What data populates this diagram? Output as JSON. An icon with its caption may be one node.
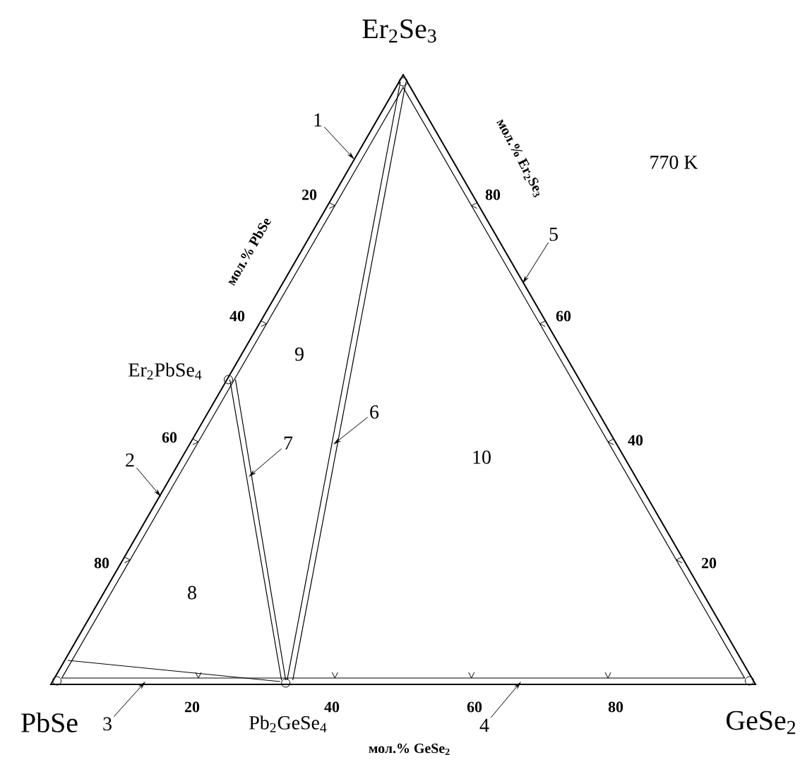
{
  "diagram": {
    "nodes": [
      {
        "text": [
          "1"
        ]
      },
      {
        "text": [
          "2"
        ]
      },
      {
        "text": [
          "3"
        ]
      },
      {
        "text": [
          "4"
        ]
      },
      {
        "text": [
          "5"
        ]
      },
      {
        "text": [
          "6"
        ]
      },
      {
        "text": [
          "7"
        ]
      }
    ],
    "edges": [
      {
        "from": 0,
        "to": null,
        "arrow": "to"
      },
      {
        "from": 1,
        "to": null,
        "arrow": "to"
      },
      {
        "from": 2,
        "to": null,
        "arrow": "to"
      },
      {
        "from": 3,
        "to": null,
        "arrow": "to"
      },
      {
        "from": 4,
        "to": null,
        "arrow": "to"
      },
      {
        "from": 5,
        "to": null,
        "arrow": "to"
      },
      {
        "from": 6,
        "to": null,
        "arrow": "to"
      }
    ],
    "labels": [
      "Er$_{2}$Se$_{3}$",
      "мол.% Er$_{2}$Se$_{3}$",
      "770 K",
      "20",
      "80",
      "мол.% PbSe",
      "40",
      "60",
      "9",
      "Er$_{2}$PbSe$_{4}$",
      "60",
      "10",
      "40",
      "80",
      "20",
      "8",
      "20",
      "40",
      "60",
      "80",
      "PbSe",
      "Pb$_{2}$GeSe$_{4}$",
      "GeSe$_{2}$",
      "мол.% GeSe$_{2}$"
    ]
  }
}
